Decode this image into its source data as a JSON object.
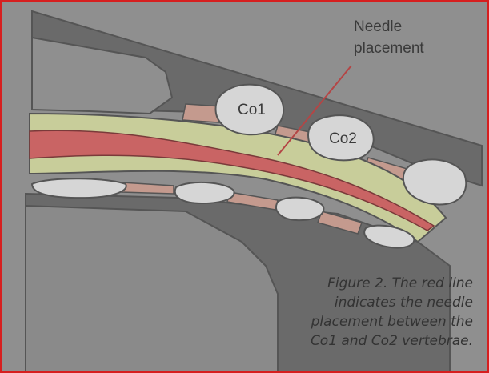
{
  "labels": {
    "needle_line1": "Needle",
    "needle_line2": "placement",
    "co1": "Co1",
    "co2": "Co2"
  },
  "caption": {
    "lines": [
      "Figure 2. The red line",
      "indicates the needle",
      "placement between the",
      "Co1 and Co2 vertebrae."
    ]
  },
  "colors": {
    "border": "#d61f1f",
    "background": "#8f8f8f",
    "tissue": "#6a6a6a",
    "bone": "#d6d6d6",
    "spinal_canal": "#c8cd9a",
    "disc": "#c49a8e",
    "needle_line": "#b44545"
  }
}
